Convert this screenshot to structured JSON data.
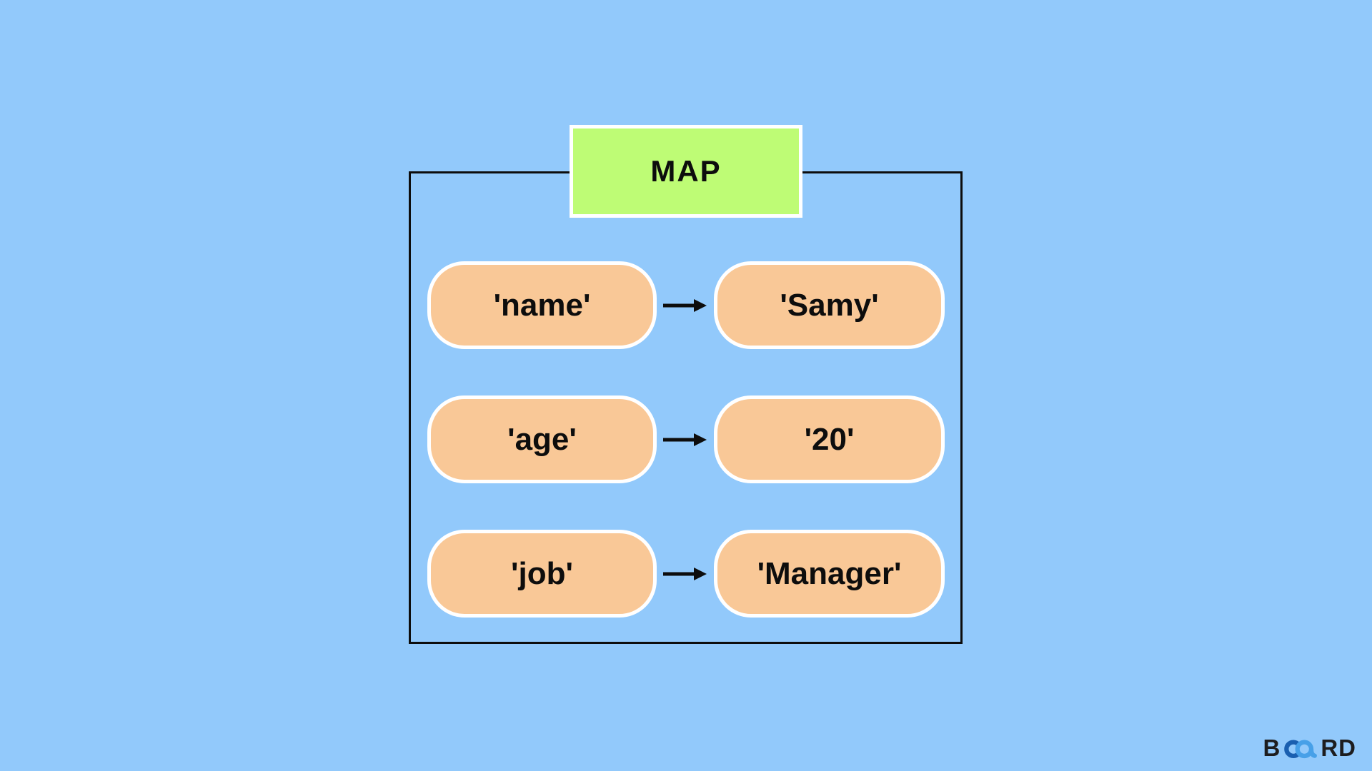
{
  "diagram": {
    "title": "MAP",
    "entries": [
      {
        "key": "'name'",
        "value": "'Samy'"
      },
      {
        "key": "'age'",
        "value": "'20'"
      },
      {
        "key": "'job'",
        "value": "'Manager'"
      }
    ]
  },
  "logo": {
    "text_prefix": "B",
    "text_suffix": "RD"
  },
  "colors": {
    "background": "#92c9fb",
    "title_box": "#befc75",
    "pill": "#f9c897",
    "pill_border": "#ffffff",
    "outline": "#0d0d0d",
    "text": "#0d0d0d",
    "logo_dark": "#1d1d1f",
    "logo_blue_left": "#1a5fb0",
    "logo_blue_right": "#47a0e8"
  }
}
